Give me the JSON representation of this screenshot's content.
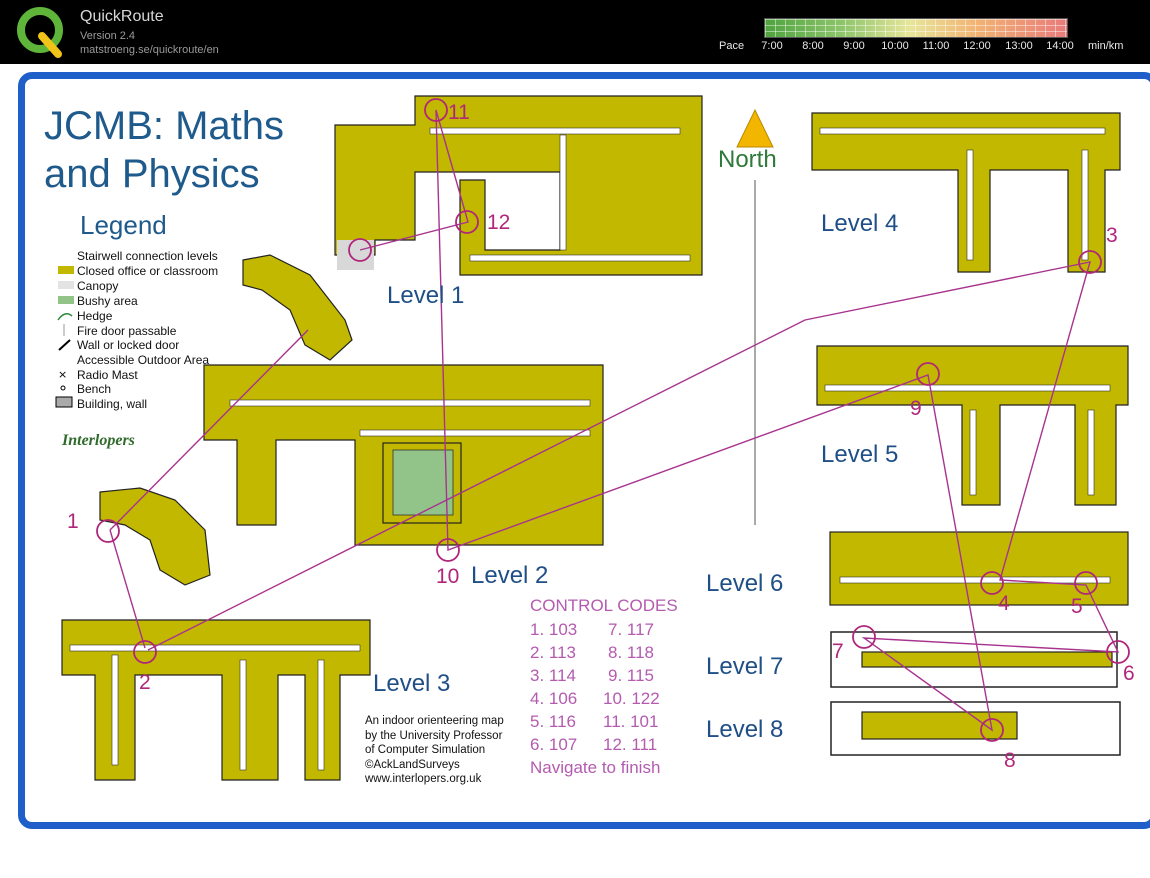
{
  "app": {
    "title": "QuickRoute",
    "version": "Version 2.4",
    "url": "matstroeng.se/quickroute/en"
  },
  "pace": {
    "label": "Pace",
    "unit": "min/km",
    "ticks": [
      "7:00",
      "8:00",
      "9:00",
      "10:00",
      "11:00",
      "12:00",
      "13:00",
      "14:00"
    ]
  },
  "map": {
    "title_line1": "JCMB:  Maths",
    "title_line2": "and Physics",
    "north": "North",
    "legend_title": "Legend",
    "legend": [
      "Stairwell connection levels",
      "Closed office or classroom",
      "Canopy",
      "Bushy area",
      "Hedge",
      "Fire door   passable",
      "Wall or locked door",
      "Accessible Outdoor Area",
      "Radio Mast",
      "Bench",
      "Building, wall"
    ],
    "levels": [
      "Level 1",
      "Level 2",
      "Level 3",
      "Level 4",
      "Level 5",
      "Level 6",
      "Level 7",
      "Level 8"
    ],
    "controls": [
      "1",
      "2",
      "3",
      "4",
      "5",
      "6",
      "7",
      "8",
      "9",
      "10",
      "11",
      "12"
    ],
    "codes_title": "CONTROL CODES",
    "codes_left": [
      "1.  103",
      "2.  113",
      "3.  114",
      "4.  106",
      "5.  116",
      "6.  107"
    ],
    "codes_right": [
      "7.  117",
      "8.  118",
      "9.  115",
      "10. 122",
      "11. 101",
      "12. 111"
    ],
    "finish": "Navigate to finish",
    "credit": [
      "An indoor orienteering map",
      "by the University Professor",
      "of Computer Simulation",
      "©AckLandSurveys",
      "www.interlopers.org.uk"
    ],
    "brand": "Interlopers"
  },
  "colors": {
    "building": "#c2b800",
    "route": "#a8338f",
    "text_blue": "#1f5a8c",
    "frame": "#1f5fc9"
  }
}
